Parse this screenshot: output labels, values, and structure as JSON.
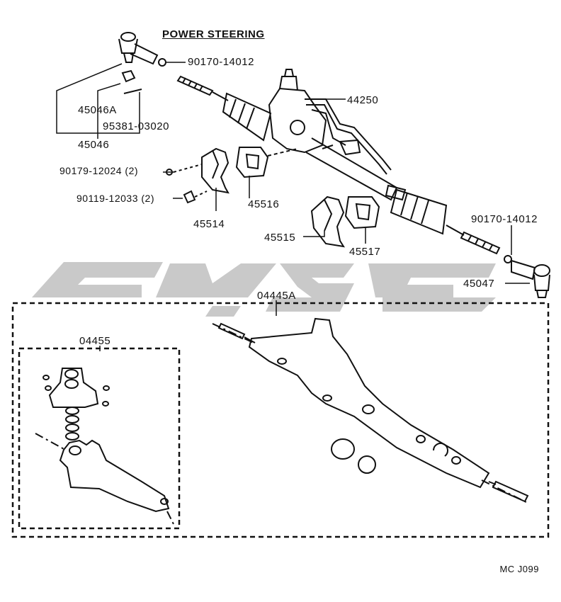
{
  "title": "POWER STEERING",
  "reference": "MC J099",
  "parts": {
    "p_90170_14012_top": "90170-14012",
    "p_44250": "44250",
    "p_45046A": "45046A",
    "p_95381_03020": "95381-03020",
    "p_45046": "45046",
    "p_90179_12024": "90179-12024 (2)",
    "p_90119_12033": "90119-12033 (2)",
    "p_45516": "45516",
    "p_45514": "45514",
    "p_45515": "45515",
    "p_45517": "45517",
    "p_90170_14012_right": "90170-14012",
    "p_45047": "45047",
    "p_04445A": "04445A",
    "p_04455": "04455"
  },
  "colors": {
    "line": "#111111",
    "watermark": "#c9c9c9",
    "background": "#ffffff"
  }
}
